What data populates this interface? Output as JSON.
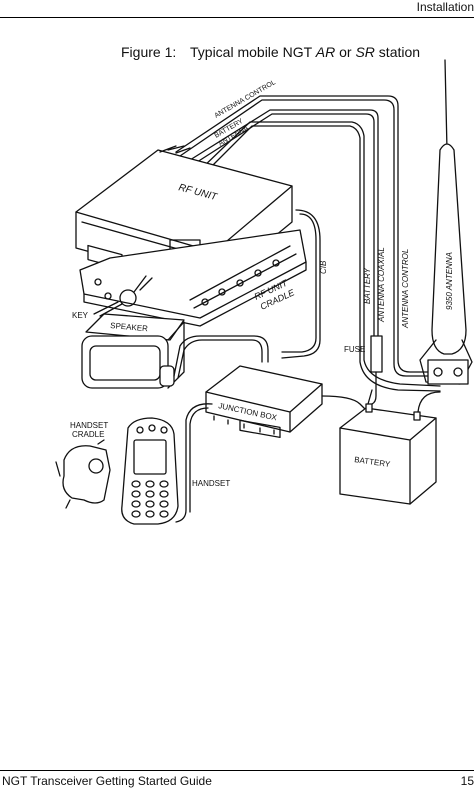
{
  "header": {
    "section": "Installation"
  },
  "caption": {
    "number": "Figure 1:",
    "title_pre": "Typical mobile NGT ",
    "title_ar": "AR",
    "title_mid": " or ",
    "title_sr": "SR",
    "title_post": " station"
  },
  "labels": {
    "antenna_control_top": "ANTENNA CONTROL",
    "battery_top": "BATTERY",
    "antenna_top": "ANTENNA",
    "rf_unit": "RF  UNIT",
    "rf_unit_cradle_1": "RF  UNIT",
    "rf_unit_cradle_2": "CRADLE",
    "cib": "CIB",
    "key": "KEY",
    "speaker": "SPEAKER",
    "junction_box": "JUNCTION BOX",
    "handset_cradle_1": "HANDSET",
    "handset_cradle_2": "CRADLE",
    "handset": "HANDSET",
    "battery_cable": "BATTERY",
    "antenna_coaxial": "ANTENNA COAXIAL",
    "antenna_control": "ANTENNA CONTROL",
    "antenna_9350": "9350 ANTENNA",
    "fuse": "FUSE",
    "battery_box": "BATTERY"
  },
  "footer": {
    "guide": "NGT Transceiver Getting Started Guide",
    "page": "15"
  }
}
